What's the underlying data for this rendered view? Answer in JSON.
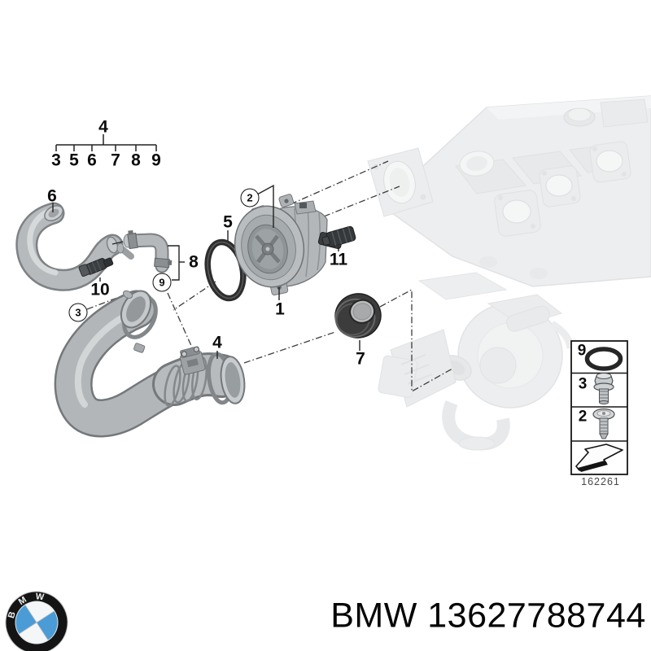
{
  "image": {
    "background": "#ffffff"
  },
  "parts_tree": {
    "root": "4",
    "children": [
      "3",
      "5",
      "6",
      "7",
      "8",
      "9"
    ]
  },
  "callouts": {
    "hose": "6",
    "sensor_small": "10",
    "clamp_group": "8",
    "clamp_circled": "9",
    "bolt_circled": "3",
    "oring": "5",
    "screw_circled": "2",
    "throttle_body": "1",
    "sensor_connector": "11",
    "intake_duct": "4",
    "profile_gasket": "7"
  },
  "legend": {
    "rows": [
      {
        "ref": "9",
        "icon": "o-ring-icon"
      },
      {
        "ref": "3",
        "icon": "flange-bolt-icon"
      },
      {
        "ref": "2",
        "icon": "pan-screw-icon"
      }
    ],
    "arrow_icon": "direction-arrow-icon",
    "diagram_code": "162261"
  },
  "footer": {
    "logo_letters": [
      "B",
      "M",
      "W"
    ],
    "part_number": "BMW 13627788744",
    "bmw_blue": "#4a9bd6",
    "logo_ring_color": "#141414"
  }
}
